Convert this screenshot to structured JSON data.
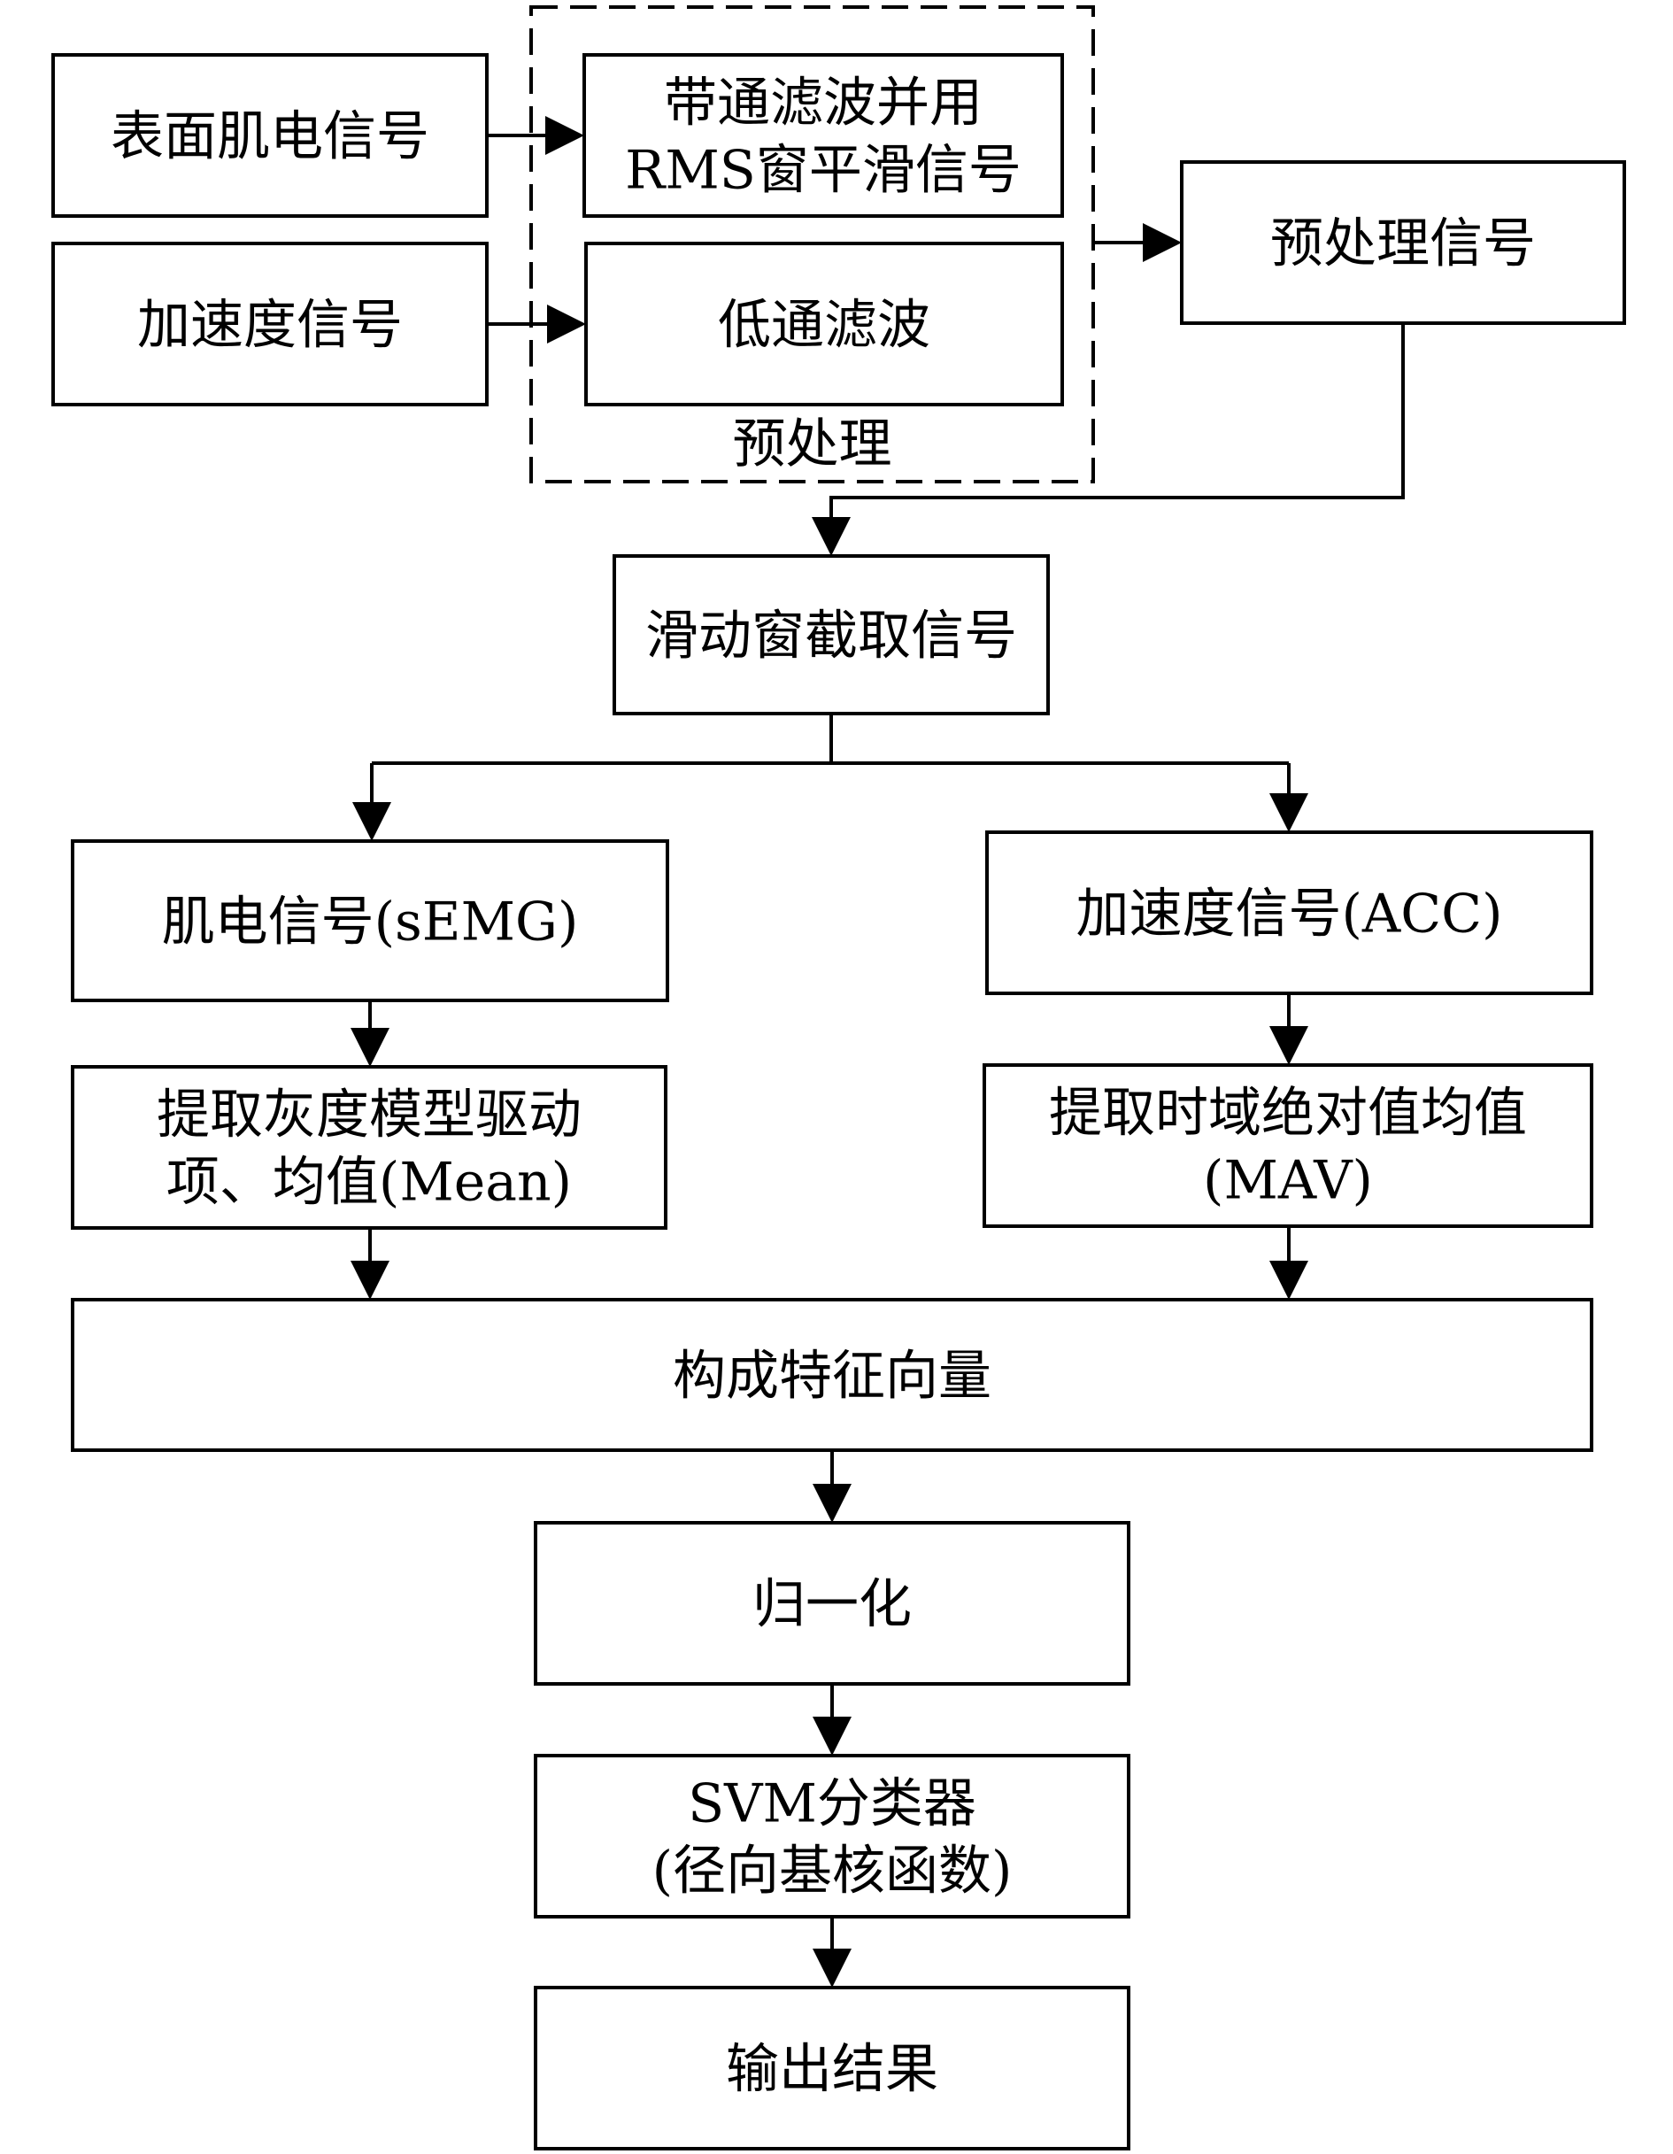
{
  "group": {
    "label": "预处理"
  },
  "nodes": {
    "semg_input": {
      "lines": [
        "表面肌电信号"
      ]
    },
    "acc_input": {
      "lines": [
        "加速度信号"
      ]
    },
    "bandpass": {
      "lines": [
        "带通滤波并用",
        "RMS窗平滑信号"
      ]
    },
    "lowpass": {
      "lines": [
        "低通滤波"
      ]
    },
    "preprocessed": {
      "lines": [
        "预处理信号"
      ]
    },
    "sliding": {
      "lines": [
        "滑动窗截取信号"
      ]
    },
    "semg_branch": {
      "lines": [
        "肌电信号(sEMG)"
      ]
    },
    "acc_branch": {
      "lines": [
        "加速度信号(ACC)"
      ]
    },
    "semg_feature": {
      "lines": [
        "提取灰度模型驱动",
        "项、均值(Mean)"
      ]
    },
    "acc_feature": {
      "lines": [
        "提取时域绝对值均值",
        "(MAV)"
      ]
    },
    "feature_vec": {
      "lines": [
        "构成特征向量"
      ]
    },
    "normalize": {
      "lines": [
        "归一化"
      ]
    },
    "svm": {
      "lines": [
        "SVM分类器",
        "(径向基核函数)"
      ]
    },
    "output": {
      "lines": [
        "输出结果"
      ]
    }
  },
  "edges": [
    {
      "from": "semg_input",
      "to": "bandpass"
    },
    {
      "from": "acc_input",
      "to": "lowpass"
    },
    {
      "from": "preprocess_group",
      "to": "preprocessed"
    },
    {
      "from": "preprocessed",
      "to": "sliding"
    },
    {
      "from": "sliding",
      "to": "semg_branch"
    },
    {
      "from": "sliding",
      "to": "acc_branch"
    },
    {
      "from": "semg_branch",
      "to": "semg_feature"
    },
    {
      "from": "acc_branch",
      "to": "acc_feature"
    },
    {
      "from": "semg_feature",
      "to": "feature_vec"
    },
    {
      "from": "acc_feature",
      "to": "feature_vec"
    },
    {
      "from": "feature_vec",
      "to": "normalize"
    },
    {
      "from": "normalize",
      "to": "svm"
    },
    {
      "from": "svm",
      "to": "output"
    }
  ]
}
